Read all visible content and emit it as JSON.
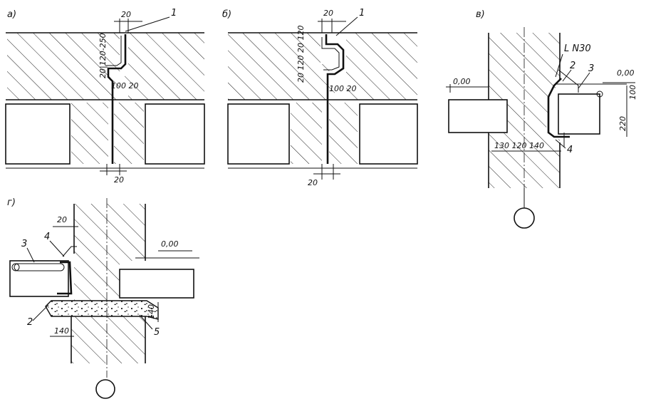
{
  "panels": {
    "a": {
      "tag": "а)",
      "dims": {
        "top": "20",
        "vertical": "20|120-250",
        "lower": "100 20",
        "bottom": "20"
      },
      "callouts": [
        "1"
      ]
    },
    "b": {
      "tag": "б)",
      "dims": {
        "top": "20",
        "vertical": "20 120 20 120",
        "lower": "100 20",
        "bottom": "20"
      },
      "callouts": [
        "1"
      ]
    },
    "v": {
      "tag": "в)",
      "profile": "L N30",
      "elevation": "0,00",
      "elevation_right": "0,00",
      "dims": {
        "right_top": "100",
        "right_bottom": "220",
        "bottom": "130 120 140"
      },
      "callouts": [
        "2",
        "3",
        "4"
      ]
    },
    "g": {
      "tag": "г)",
      "elevation": "0,00",
      "dims": {
        "top": "20",
        "right": "140",
        "bottom": "140"
      },
      "callouts": [
        "3",
        "4",
        "2",
        "5"
      ]
    }
  }
}
